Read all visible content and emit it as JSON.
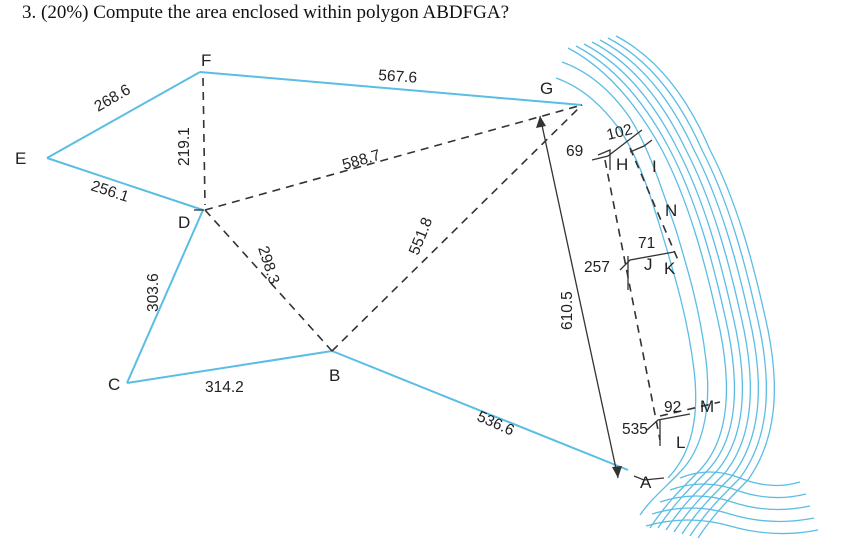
{
  "question": "3.  (20%) Compute the area enclosed within polygon ABDFGA?",
  "colors": {
    "boundary": "#5bbde4",
    "river": "#5bbde4",
    "lines": "#333333"
  },
  "points": {
    "A": "A",
    "B": "B",
    "C": "C",
    "D": "D",
    "E": "E",
    "F": "F",
    "G": "G",
    "H": "H",
    "I": "I",
    "J": "J",
    "K": "K",
    "L": "L",
    "M": "M",
    "N": "N"
  },
  "dimensions": {
    "EF": "268.6",
    "ED": "256.1",
    "FG": "567.6",
    "FD": "219.1",
    "DG": "588.7",
    "DC": "303.6",
    "DB": "298.3",
    "CB": "314.2",
    "BG": "551.8",
    "BA": "536.6",
    "GA": "610.5",
    "HI": "102",
    "GH": "69",
    "JK": "71",
    "HJ": "257",
    "LM": "92",
    "JL": "535"
  }
}
